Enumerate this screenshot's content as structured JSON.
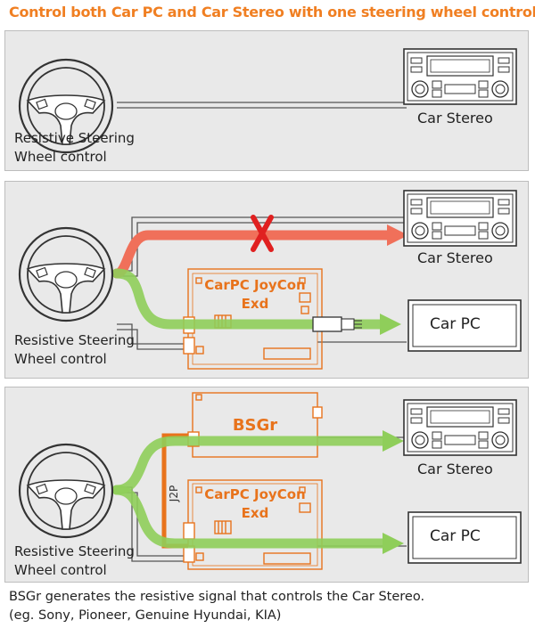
{
  "title": "Control both Car PC and Car Stereo with one steering wheel controls.",
  "panel1": {
    "wheel_label_line1": "Resistive Steering",
    "wheel_label_line2": "Wheel control",
    "stereo_label": "Car Stereo"
  },
  "panel2": {
    "wheel_label_line1": "Resistive Steering",
    "wheel_label_line2": "Wheel control",
    "stereo_label": "Car Stereo",
    "joycon_line1": "CarPC JoyCon",
    "joycon_line2": "Exd",
    "carpc_label": "Car PC"
  },
  "panel3": {
    "wheel_label_line1": "Resistive Steering",
    "wheel_label_line2": "Wheel control",
    "stereo_label": "Car Stereo",
    "bsgr_label": "BSGr",
    "joycon_line1": "CarPC JoyCon",
    "joycon_line2": "Exd",
    "carpc_label": "Car PC",
    "connector_label": "J2P"
  },
  "footer": {
    "line1": "BSGr generates the resistive signal that controls the Car Stereo.",
    "line2": "(eg. Sony, Pioneer, Genuine Hyundai, KIA)"
  },
  "colors": {
    "title": "#f07f22",
    "board": "#e8731c",
    "green_arrow": "#8fce5a",
    "red_arrow": "#f0705a",
    "x_mark": "#e02020",
    "panel_bg": "#e9e9e9"
  }
}
